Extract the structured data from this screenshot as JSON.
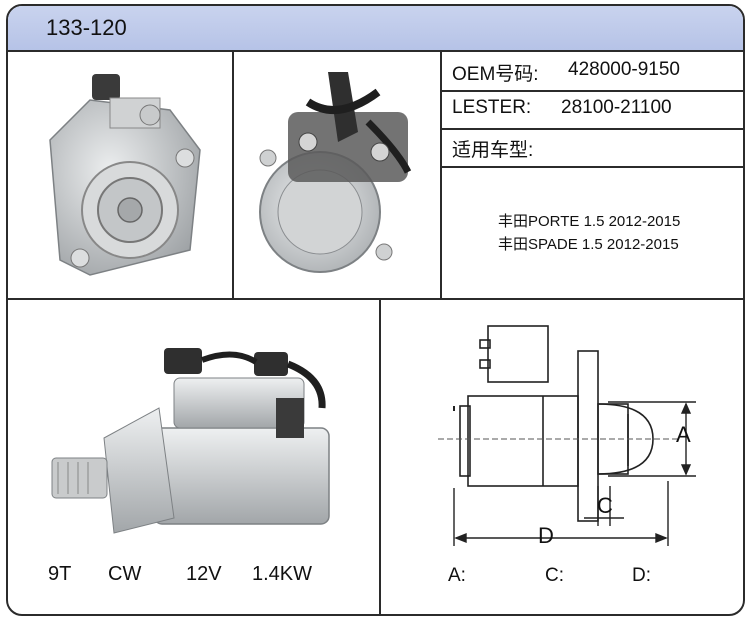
{
  "header": {
    "title": "133-120"
  },
  "info": {
    "oem_label": "OEM号码:",
    "oem_value": "428000-9150",
    "lester_label": "LESTER:",
    "lester_value": "28100-21100",
    "fit_label": "适用车型:",
    "fitments": [
      "丰田PORTE 1.5 2012-2015",
      "丰田SPADE 1.5 2012-2015"
    ]
  },
  "specs": {
    "teeth": "9T",
    "rotation": "CW",
    "voltage": "12V",
    "power": "1.4KW"
  },
  "diagram": {
    "labels": {
      "a": "A",
      "c": "C",
      "d": "D"
    },
    "fields": [
      "A:",
      "C:",
      "D:"
    ]
  },
  "colors": {
    "header_bg": "#c0cbea",
    "border": "#2b2b2b",
    "metal": "#c9cbcc"
  }
}
